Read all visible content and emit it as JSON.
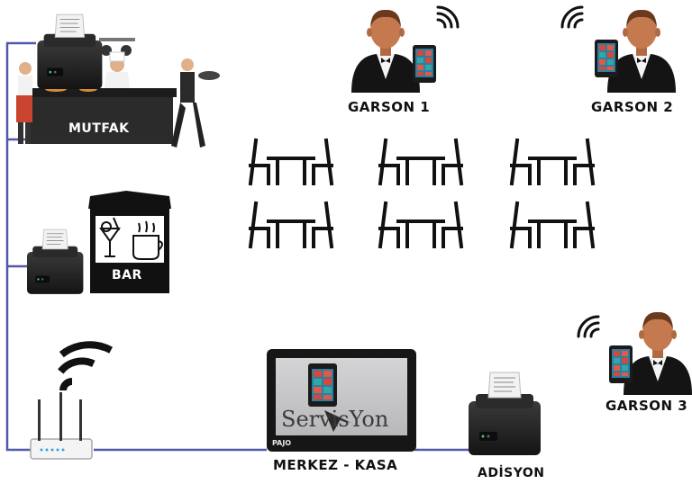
{
  "labels": {
    "kitchen": "MUTFAK",
    "bar": "BAR",
    "waiter1": "GARSON 1",
    "waiter2": "GARSON 2",
    "waiter3": "GARSON 3",
    "center": "MERKEZ - KASA",
    "receipt": "ADİSYON"
  },
  "screen": {
    "app_name": "ServisYon",
    "brand": "PAJO"
  },
  "colors": {
    "network_line": "#5058a8",
    "waiter_skin": "#c47a4e",
    "table_chair": "#111111",
    "screen_bg": "#c9c9cb",
    "tablet_tile_red": "#d9463a",
    "tablet_tile_teal": "#2ea8a8"
  },
  "icons": {
    "kitchen": "chef-kitchen-counter-icon",
    "bar": "bar-kiosk-icon",
    "printer": "receipt-printer-icon",
    "router": "wifi-router-icon",
    "waiter": "waiter-with-tablet-icon",
    "table": "table-with-chairs-icon",
    "terminal": "pos-terminal-icon",
    "wifi": "wifi-signal-icon"
  }
}
